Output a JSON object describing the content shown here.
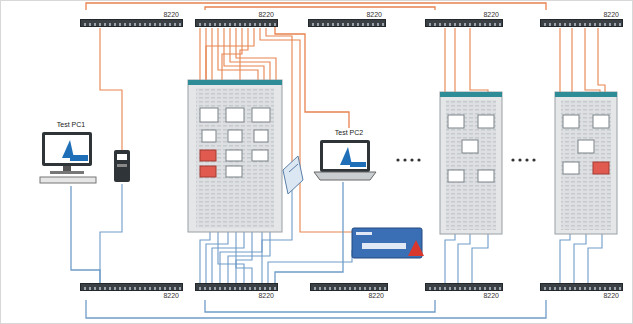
{
  "diagram": {
    "nodes": [
      {
        "text": [
          "8220"
        ]
      },
      {
        "text": [
          "8220"
        ]
      },
      {
        "text": [
          "8220"
        ]
      },
      {
        "text": [
          "8220"
        ]
      },
      {
        "text": [
          "8220"
        ]
      },
      {
        "text": [
          "Test PC1"
        ]
      },
      {
        "text": [
          "Test PC2"
        ]
      },
      {
        "text": [
          "8220"
        ]
      },
      {
        "text": [
          "8220"
        ]
      },
      {
        "text": [
          "8220"
        ]
      },
      {
        "text": [
          "8220"
        ]
      },
      {
        "text": [
          "8220"
        ]
      }
    ],
    "edges": [
      {
        "from": 0,
        "to": 4,
        "arrow": "none"
      },
      {
        "from": 1,
        "to": 3,
        "arrow": "none"
      },
      {
        "from": 6,
        "to": 1,
        "arrow": "none"
      },
      {
        "from": 6,
        "to": 8,
        "arrow": "none"
      },
      {
        "from": 7,
        "to": 11,
        "arrow": "none"
      },
      {
        "from": 8,
        "to": 10,
        "arrow": "none"
      },
      {
        "from": 5,
        "to": 7,
        "arrow": "none"
      }
    ]
  }
}
